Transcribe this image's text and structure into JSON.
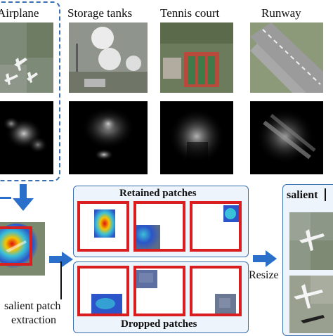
{
  "categories": [
    {
      "label": "Airplane"
    },
    {
      "label": "Storage tanks"
    },
    {
      "label": "Tennis court"
    },
    {
      "label": "Runway"
    }
  ],
  "retained_label": "Retained patches",
  "dropped_label": "Dropped patches",
  "extraction_label_line1": "salient patch",
  "extraction_label_line2": "extraction",
  "resize_label": "Resize",
  "salient_label": "salient",
  "colors": {
    "accent_blue": "#2a6fc9",
    "frame_red": "#d81e1e",
    "panel_border": "#3a6fb0"
  }
}
